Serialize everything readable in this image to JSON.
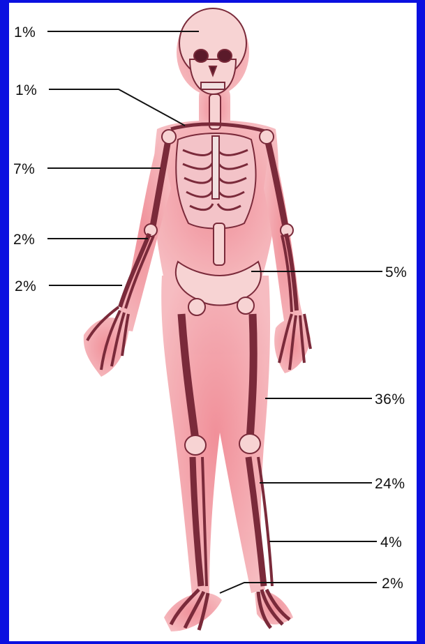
{
  "labels": {
    "skull": "1%",
    "clavicle": "1%",
    "humerus": "7%",
    "forearm": "2%",
    "wrist": "2%",
    "pelvis": "5%",
    "femur": "36%",
    "tibia": "24%",
    "fibula": "4%",
    "ankle": "2%"
  },
  "colors": {
    "border": "#0a10e0",
    "background": "#ffffff",
    "body": "#f3a6ad",
    "bone": "#f7d3d3",
    "bone_outline": "#7a2a3a",
    "leader_line": "#111111"
  }
}
